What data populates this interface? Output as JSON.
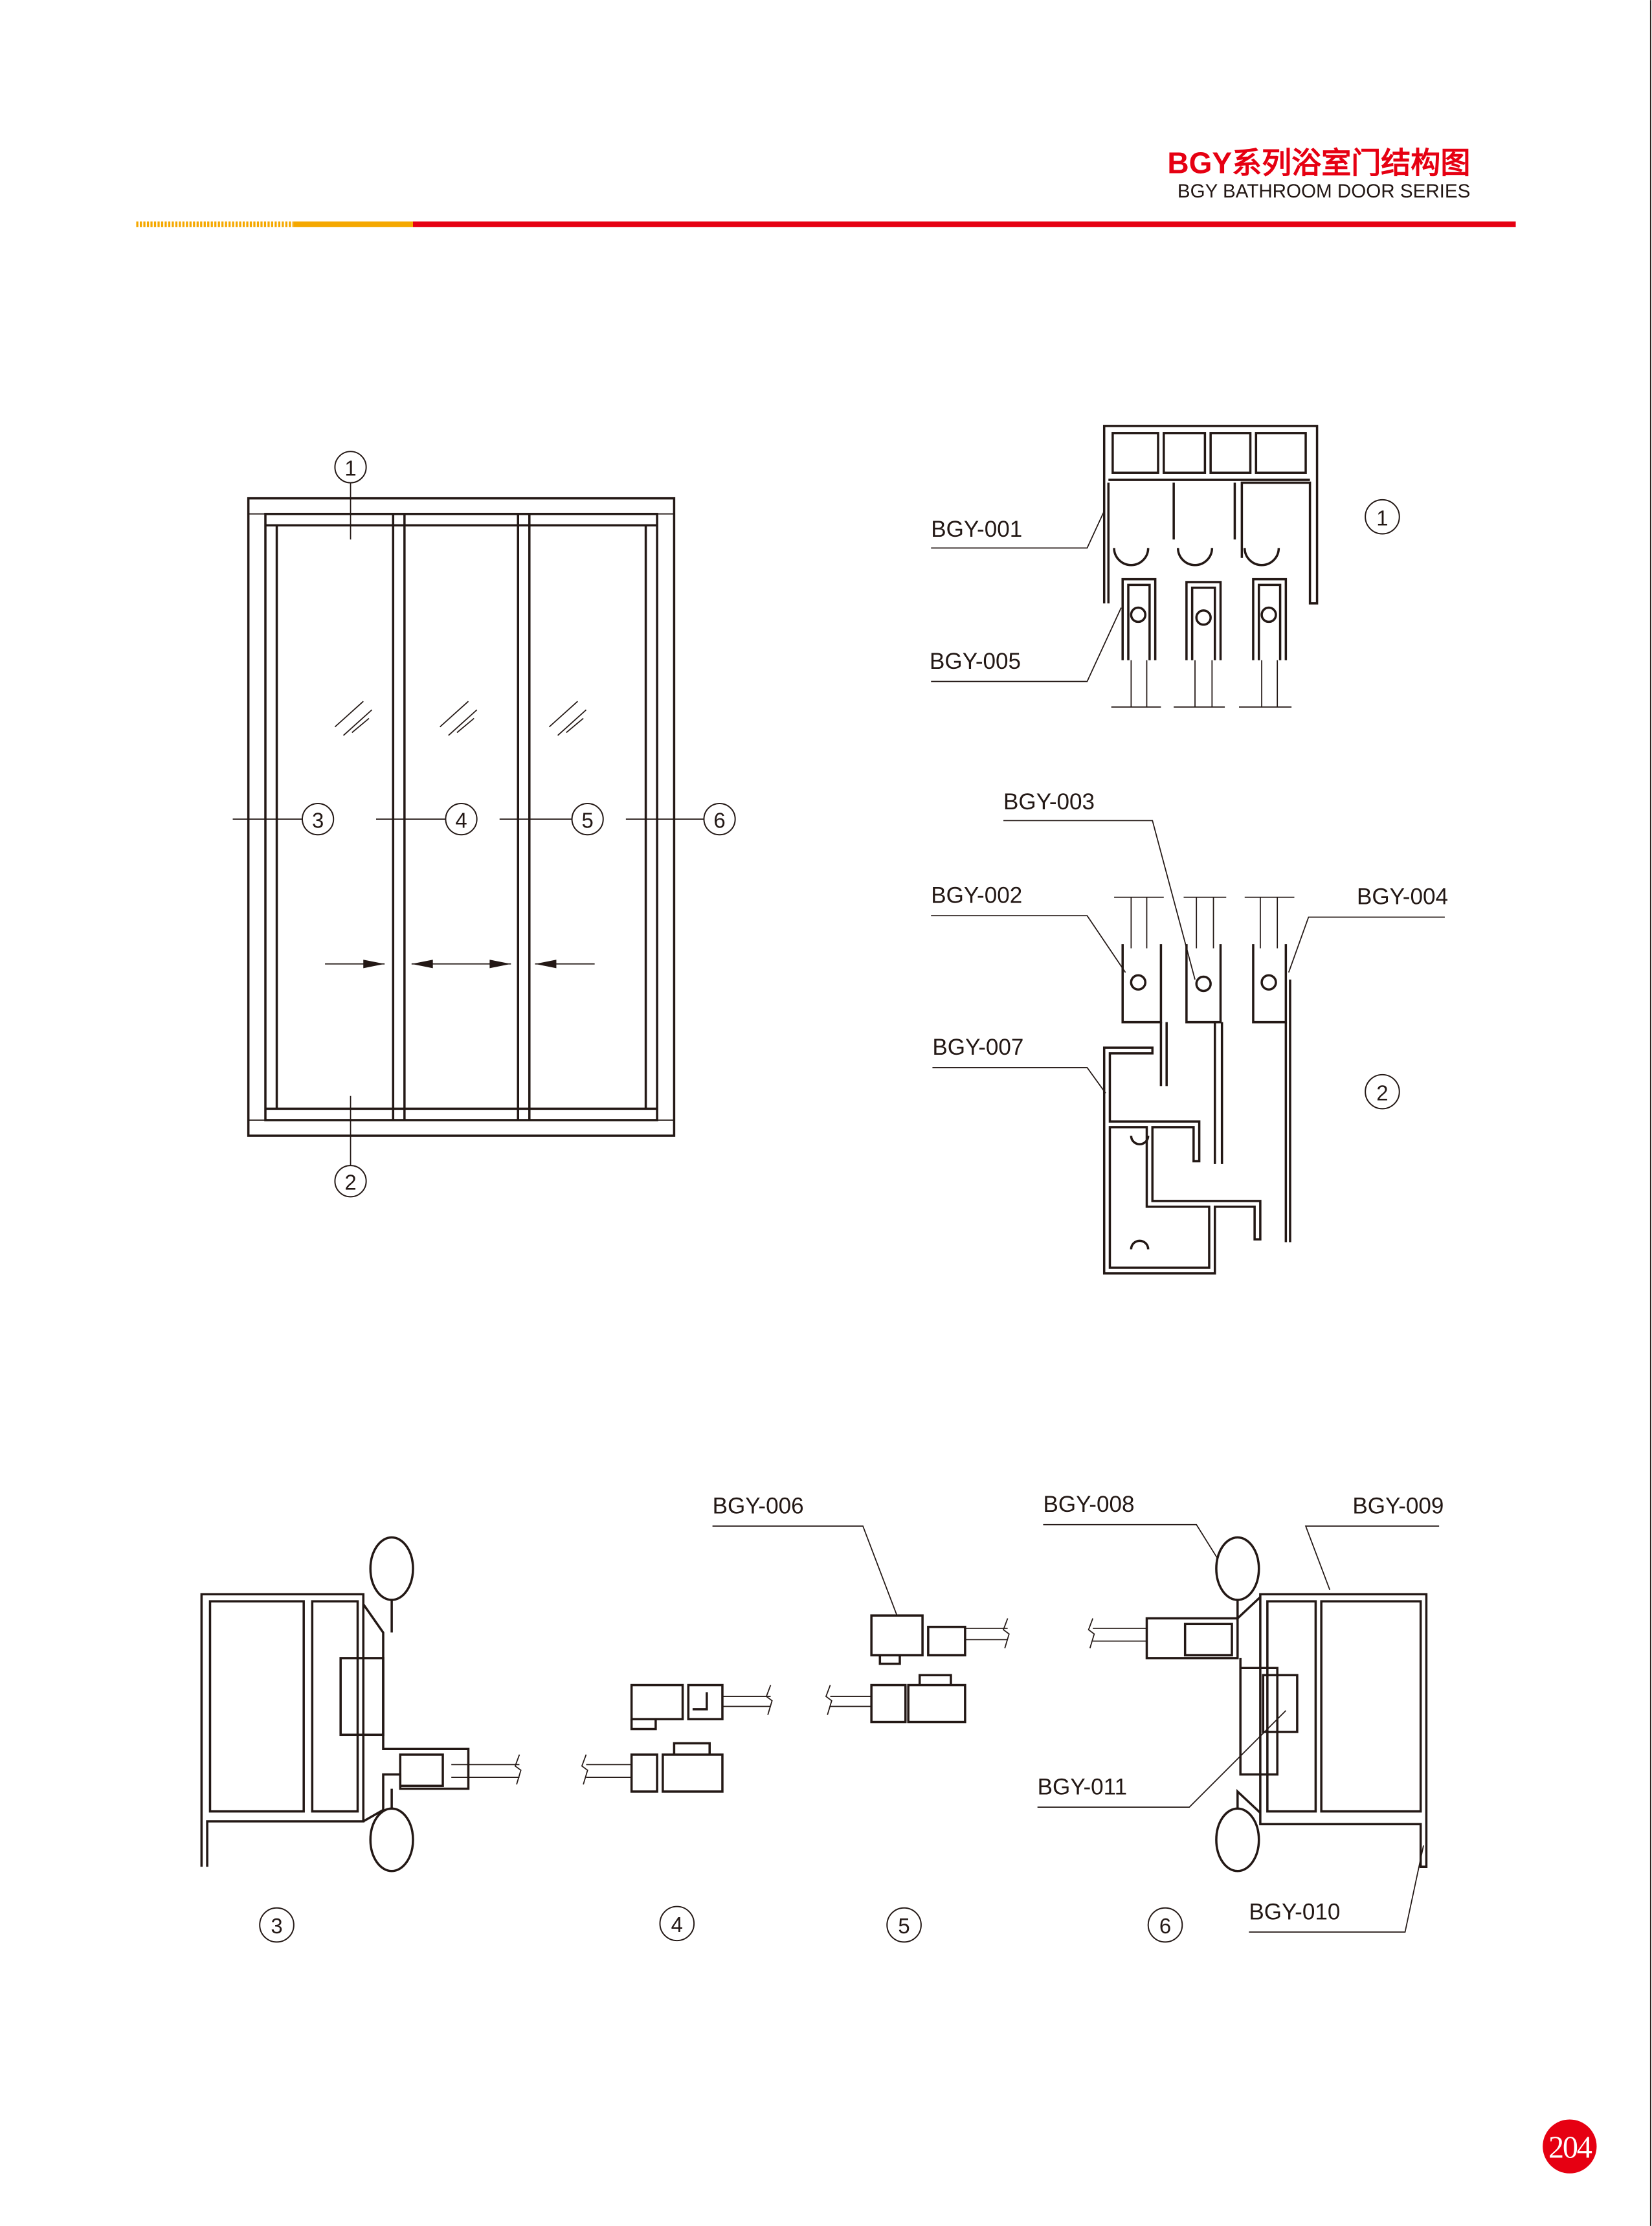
{
  "header": {
    "title": "BGY系列浴室门结构图",
    "subtitle": "BGY BATHROOM DOOR SERIES",
    "accent_red": "#e60012",
    "accent_yellow": "#f5a800"
  },
  "elevation": {
    "callouts": [
      "1",
      "2",
      "3",
      "4",
      "5",
      "6"
    ]
  },
  "detail_1": {
    "callout": "1",
    "labels": [
      "BGY-001",
      "BGY-005"
    ]
  },
  "detail_2": {
    "callout": "2",
    "labels": [
      "BGY-003",
      "BGY-002",
      "BGY-004",
      "BGY-007"
    ]
  },
  "bottom_details": {
    "labels": [
      "BGY-006",
      "BGY-008",
      "BGY-009",
      "BGY-011",
      "BGY-010"
    ],
    "callouts": [
      "3",
      "4",
      "5",
      "6"
    ]
  },
  "page_number": "204"
}
